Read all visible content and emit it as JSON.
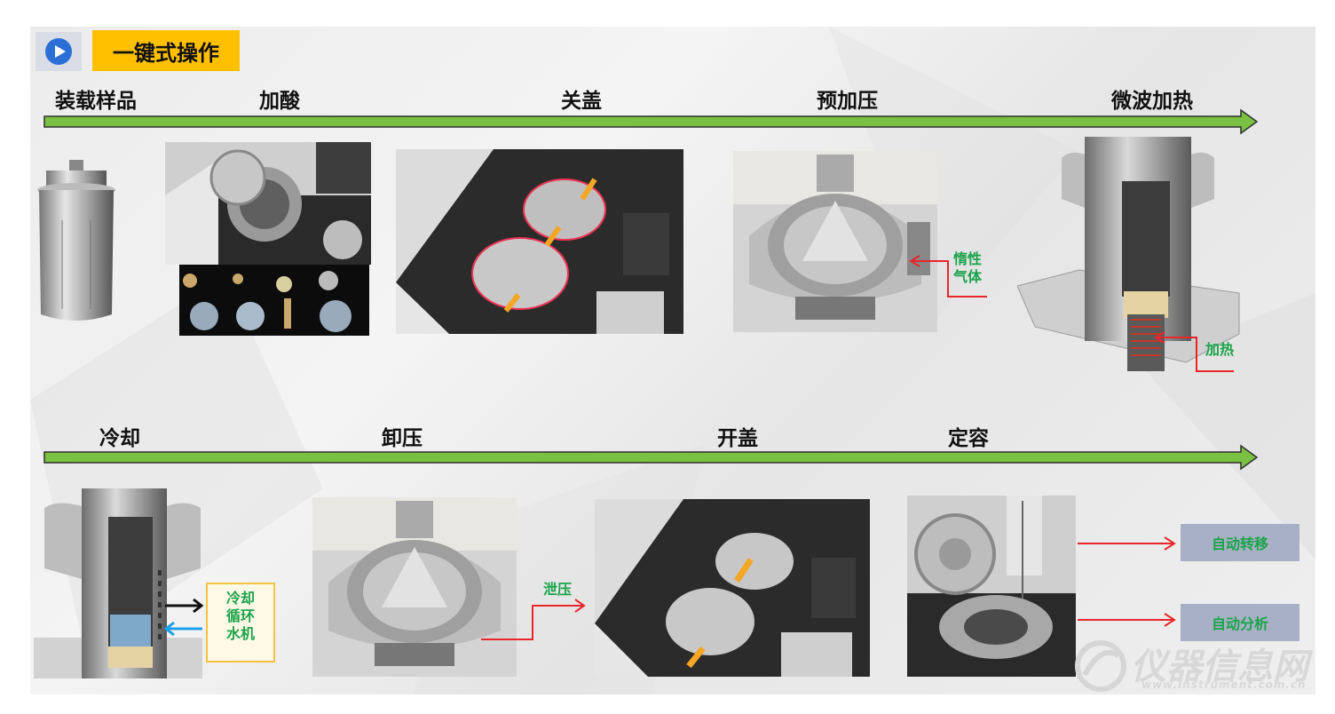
{
  "header": {
    "play_icon": "play-icon",
    "title": "一键式操作",
    "title_bg": "#ffc000"
  },
  "row1": {
    "steps": [
      "装载样品",
      "加酸",
      "关盖",
      "预加压",
      "微波加热"
    ]
  },
  "row2": {
    "steps": [
      "冷却",
      "卸压",
      "开盖",
      "定容"
    ]
  },
  "annotations": {
    "inert_gas": [
      "惰性",
      "气体"
    ],
    "heating": "加热",
    "cooling": [
      "冷却",
      "循环",
      "水机"
    ],
    "release": "泄压",
    "auto_transfer": "自动转移",
    "auto_analysis": "自动分析"
  },
  "watermark": {
    "main": "仪器信息网",
    "sub": "www.instrument.com.cn"
  },
  "colors": {
    "arrow_green": "#7ac143",
    "label_green": "#1aa34a",
    "red_pointer": "#e8262b",
    "tag_bg": "#a7b0c4"
  }
}
